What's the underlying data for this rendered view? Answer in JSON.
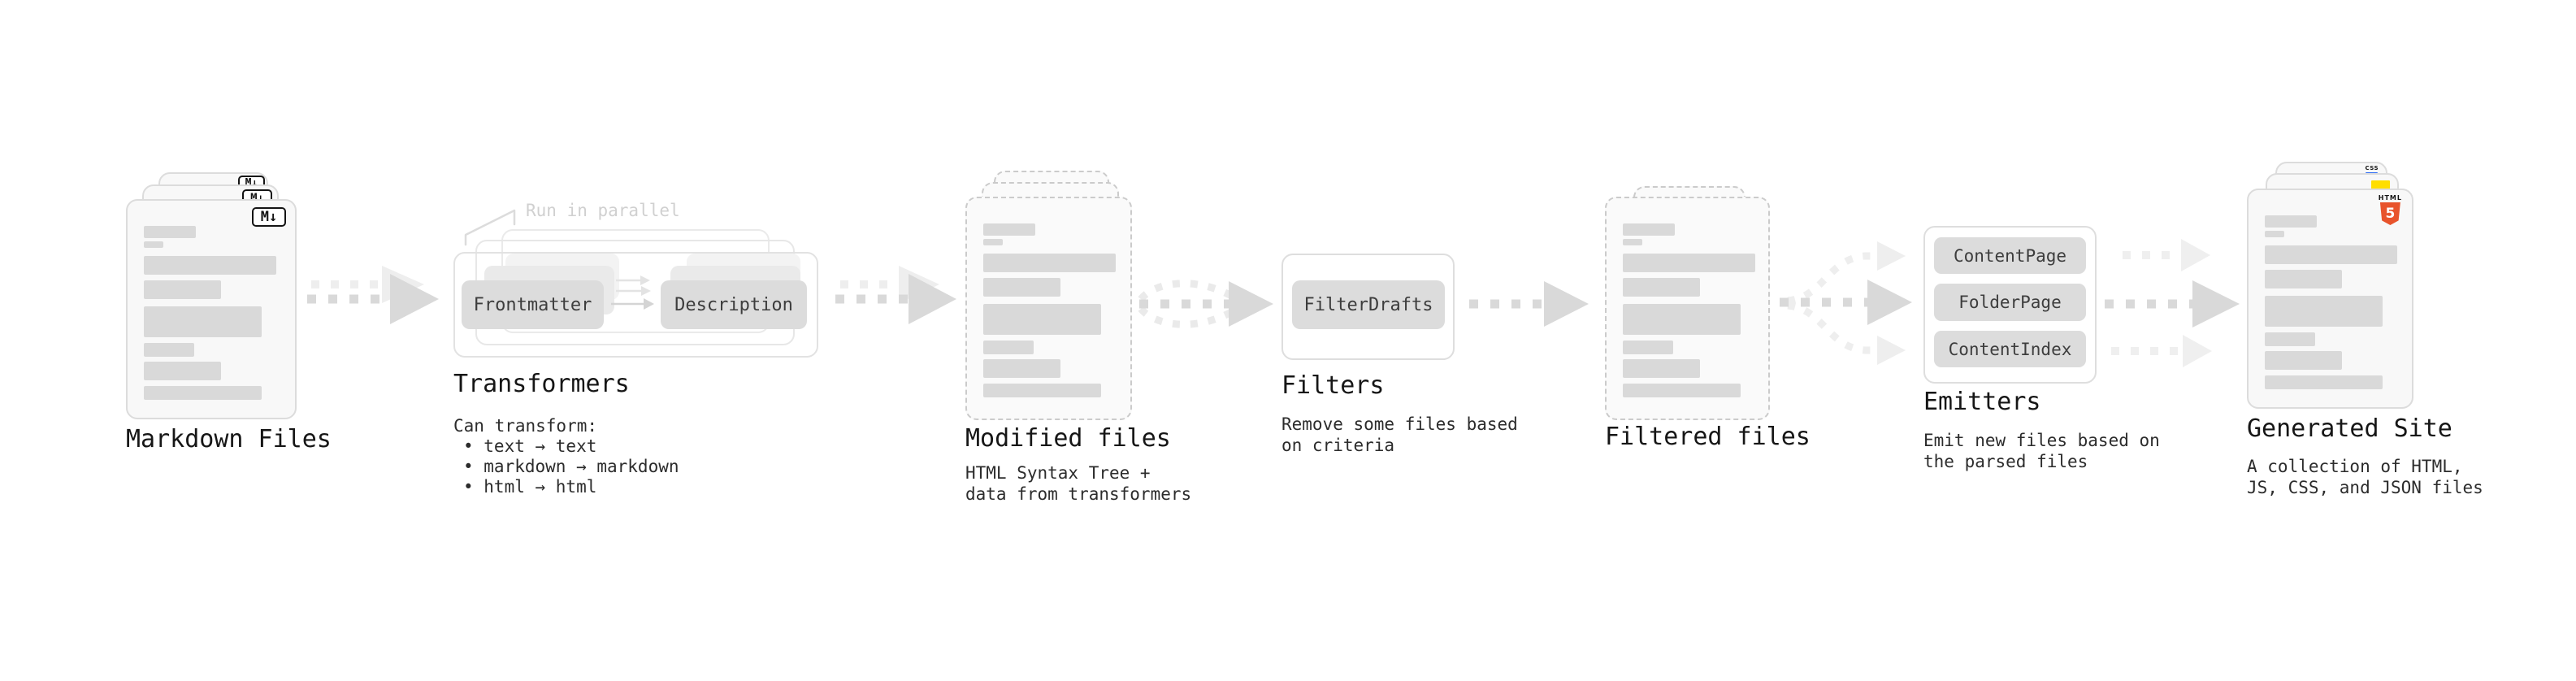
{
  "colors": {
    "html5_orange": "#e8542c",
    "js_yellow": "#ffde00",
    "css_blue": "#2f6df6",
    "bar_gray": "#d9d9d9",
    "arrow_strong": "#d9d9d9",
    "arrow_faint": "#eeeeee",
    "heading_text": "#161616"
  },
  "nodes": {
    "markdown": {
      "label": "Markdown Files",
      "badge": "M↓"
    },
    "transformers": {
      "annotation": "Run in parallel",
      "chip_left": "Frontmatter",
      "chip_right": "Description",
      "label": "Transformers",
      "desc_title": "Can transform:",
      "bullets": [
        "• text → text",
        "• markdown → markdown",
        "• html → html"
      ]
    },
    "modified": {
      "label": "Modified files",
      "desc": [
        "HTML Syntax Tree +",
        "data from transformers"
      ]
    },
    "filters": {
      "label": "Filters",
      "chip": "FilterDrafts",
      "desc": [
        "Remove some files based",
        "on criteria"
      ]
    },
    "filtered": {
      "label": "Filtered files"
    },
    "emitters": {
      "label": "Emitters",
      "chips": [
        "ContentPage",
        "FolderPage",
        "ContentIndex"
      ],
      "desc": [
        "Emit new files based on",
        "the parsed files"
      ]
    },
    "site": {
      "label": "Generated Site",
      "desc": [
        "A collection of HTML,",
        "JS, CSS, and JSON files"
      ],
      "css_label": "CSS",
      "html_label": "HTML",
      "html_number": "5"
    }
  }
}
